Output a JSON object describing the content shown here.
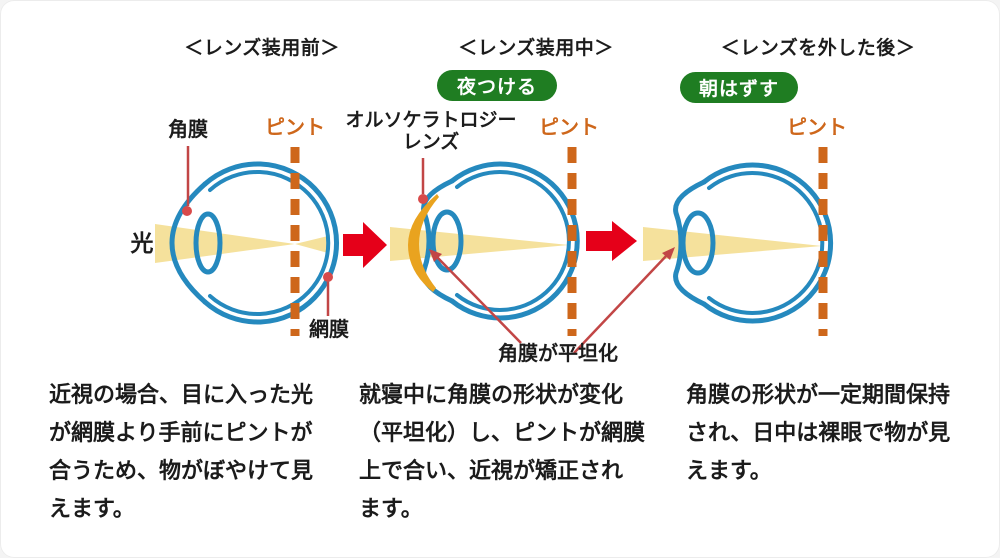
{
  "colors": {
    "eye_blue": "#2589BE",
    "beam_yellow": "#F5E19C",
    "focus_orange": "#CE671B",
    "badge_green": "#1F7D22",
    "arrow_red": "#E50019",
    "ortho_lens_orange": "#E9A31F",
    "annotation_red": "#C24646",
    "annotation_dot": "#D84A4A"
  },
  "panels": [
    {
      "header": "＜レンズ装用前＞",
      "labels": {
        "cornea": "角膜",
        "focus": "ピント",
        "retina": "網膜",
        "light": "光"
      },
      "caption": [
        "近視の場合、目に入った光",
        "が網膜より手前にピントが",
        "合うため、物がぼやけて見",
        "えます。"
      ]
    },
    {
      "header": "＜レンズ装用中＞",
      "badge": "夜つける",
      "labels": {
        "lens_line1": "オルソケラトロジー",
        "lens_line2": "レンズ",
        "focus": "ピント",
        "flattened": "角膜が平坦化"
      },
      "caption": [
        "就寝中に角膜の形状が変化",
        "（平坦化）し、ピントが網膜",
        "上で合い、近視が矯正され",
        "ます。"
      ]
    },
    {
      "header": "＜レンズを外した後＞",
      "badge": "朝はずす",
      "labels": {
        "focus": "ピント"
      },
      "caption": [
        "角膜の形状が一定期間保持",
        "され、日中は裸眼で物が見",
        "えます。"
      ]
    }
  ]
}
